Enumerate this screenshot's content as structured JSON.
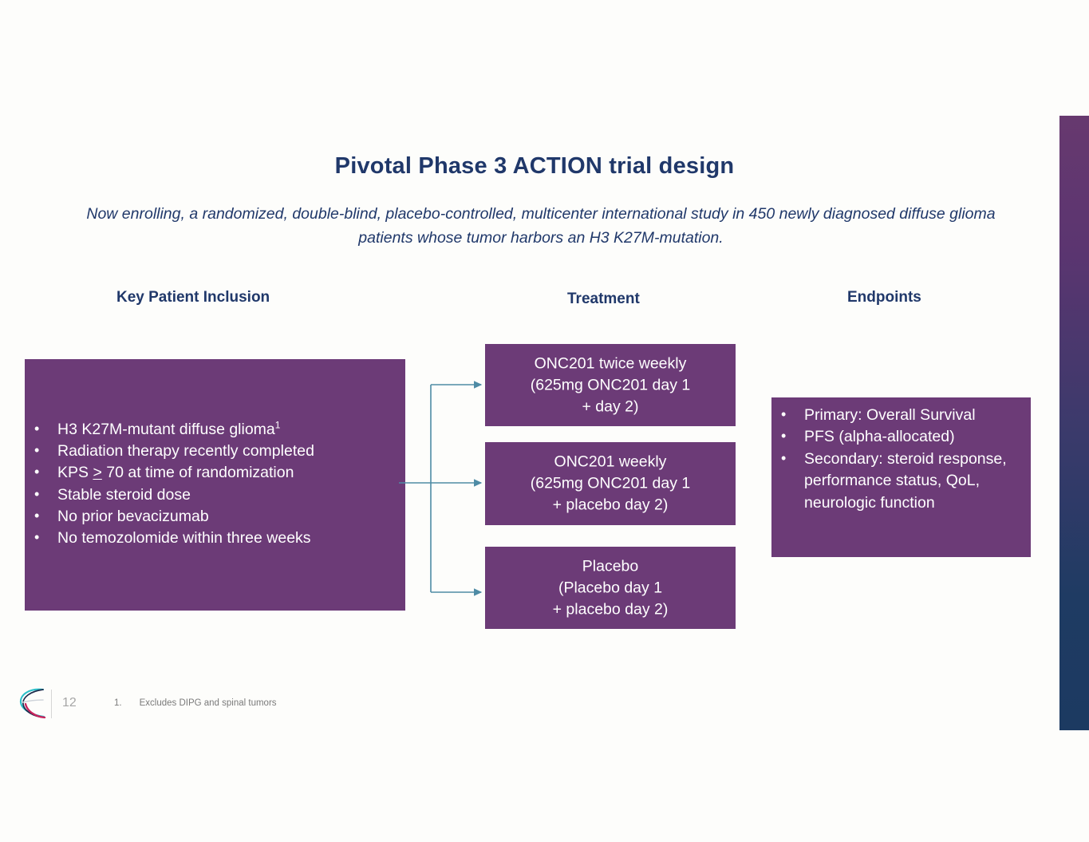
{
  "slide": {
    "title": "Pivotal Phase 3 ACTION trial design",
    "subtitle": "Now enrolling, a randomized, double-blind, placebo-controlled, multicenter international study in 450 newly diagnosed diffuse glioma patients whose tumor harbors an H3 K27M-mutation.",
    "background_color": "#fdfdfb"
  },
  "columns": {
    "inclusion_header": "Key Patient Inclusion",
    "treatment_header": "Treatment",
    "endpoints_header": "Endpoints"
  },
  "inclusion": {
    "box_color": "#6c3b77",
    "bullets": [
      "H3 K27M-mutant diffuse glioma",
      "Radiation therapy recently completed",
      "KPS ≥ 70 at time of randomization",
      "Stable steroid dose",
      "No prior bevacizumab",
      "No temozolomide within three weeks"
    ],
    "bullet_1_prefix": "H3 K27M-mutant diffuse glioma",
    "bullet_1_superscript": "1",
    "bullet_3_pre": "KPS ",
    "bullet_3_symbol": ">",
    "bullet_3_post": " 70 at time of randomization"
  },
  "treatment": {
    "arms": [
      {
        "line1": "ONC201 twice weekly",
        "line2": "(625mg ONC201 day 1",
        "line3": "+ day 2)"
      },
      {
        "line1": "ONC201 weekly",
        "line2": "(625mg ONC201 day 1",
        "line3": "+ placebo day 2)"
      },
      {
        "line1": "Placebo",
        "line2": "(Placebo day 1",
        "line3": "+ placebo day 2)"
      }
    ],
    "arrow_color": "#4e8ba5"
  },
  "endpoints": {
    "box_color": "#6c3b77",
    "bullets": [
      "Primary: Overall Survival",
      "PFS (alpha-allocated)",
      "Secondary: steroid response, performance status, QoL, neurologic function"
    ]
  },
  "footer": {
    "page_number": "12",
    "footnote_number": "1.",
    "footnote_text": "Excludes DIPG and spinal tumors",
    "logo_name": "company-ribbon-logo"
  },
  "theme": {
    "title_color": "#20386a",
    "purple": "#6c3b77",
    "edge_bar_top": "#67396f",
    "edge_bar_bottom": "#1c3a61",
    "footer_gray": "#a6a6a6"
  }
}
